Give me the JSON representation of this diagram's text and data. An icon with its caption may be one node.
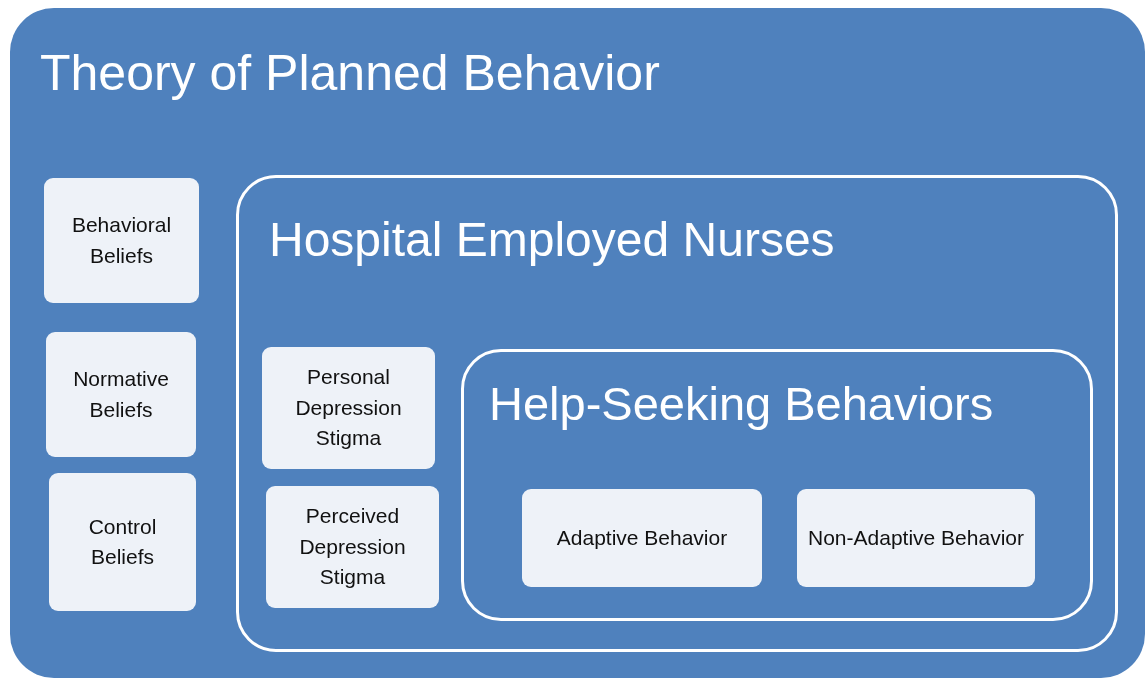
{
  "diagram": {
    "nodes": [
      {
        "text": [
          "Theory of Planned Behavior"
        ]
      },
      {
        "text": [
          "Behavioral Beliefs"
        ],
        "in": 0
      },
      {
        "text": [
          "Normative Beliefs"
        ],
        "in": 0
      },
      {
        "text": [
          "Control Beliefs"
        ],
        "in": 0
      },
      {
        "text": [
          "Hospital Employed Nurses"
        ],
        "in": 0
      },
      {
        "text": [
          "Personal Depression Stigma"
        ],
        "in": 4
      },
      {
        "text": [
          "Perceived Depression Stigma"
        ],
        "in": 4
      },
      {
        "text": [
          "Help-Seeking Behaviors"
        ],
        "in": 4
      },
      {
        "text": [
          "Adaptive Behavior"
        ],
        "in": 7
      },
      {
        "text": [
          "Non-Adaptive Behavior"
        ],
        "in": 7
      }
    ]
  }
}
